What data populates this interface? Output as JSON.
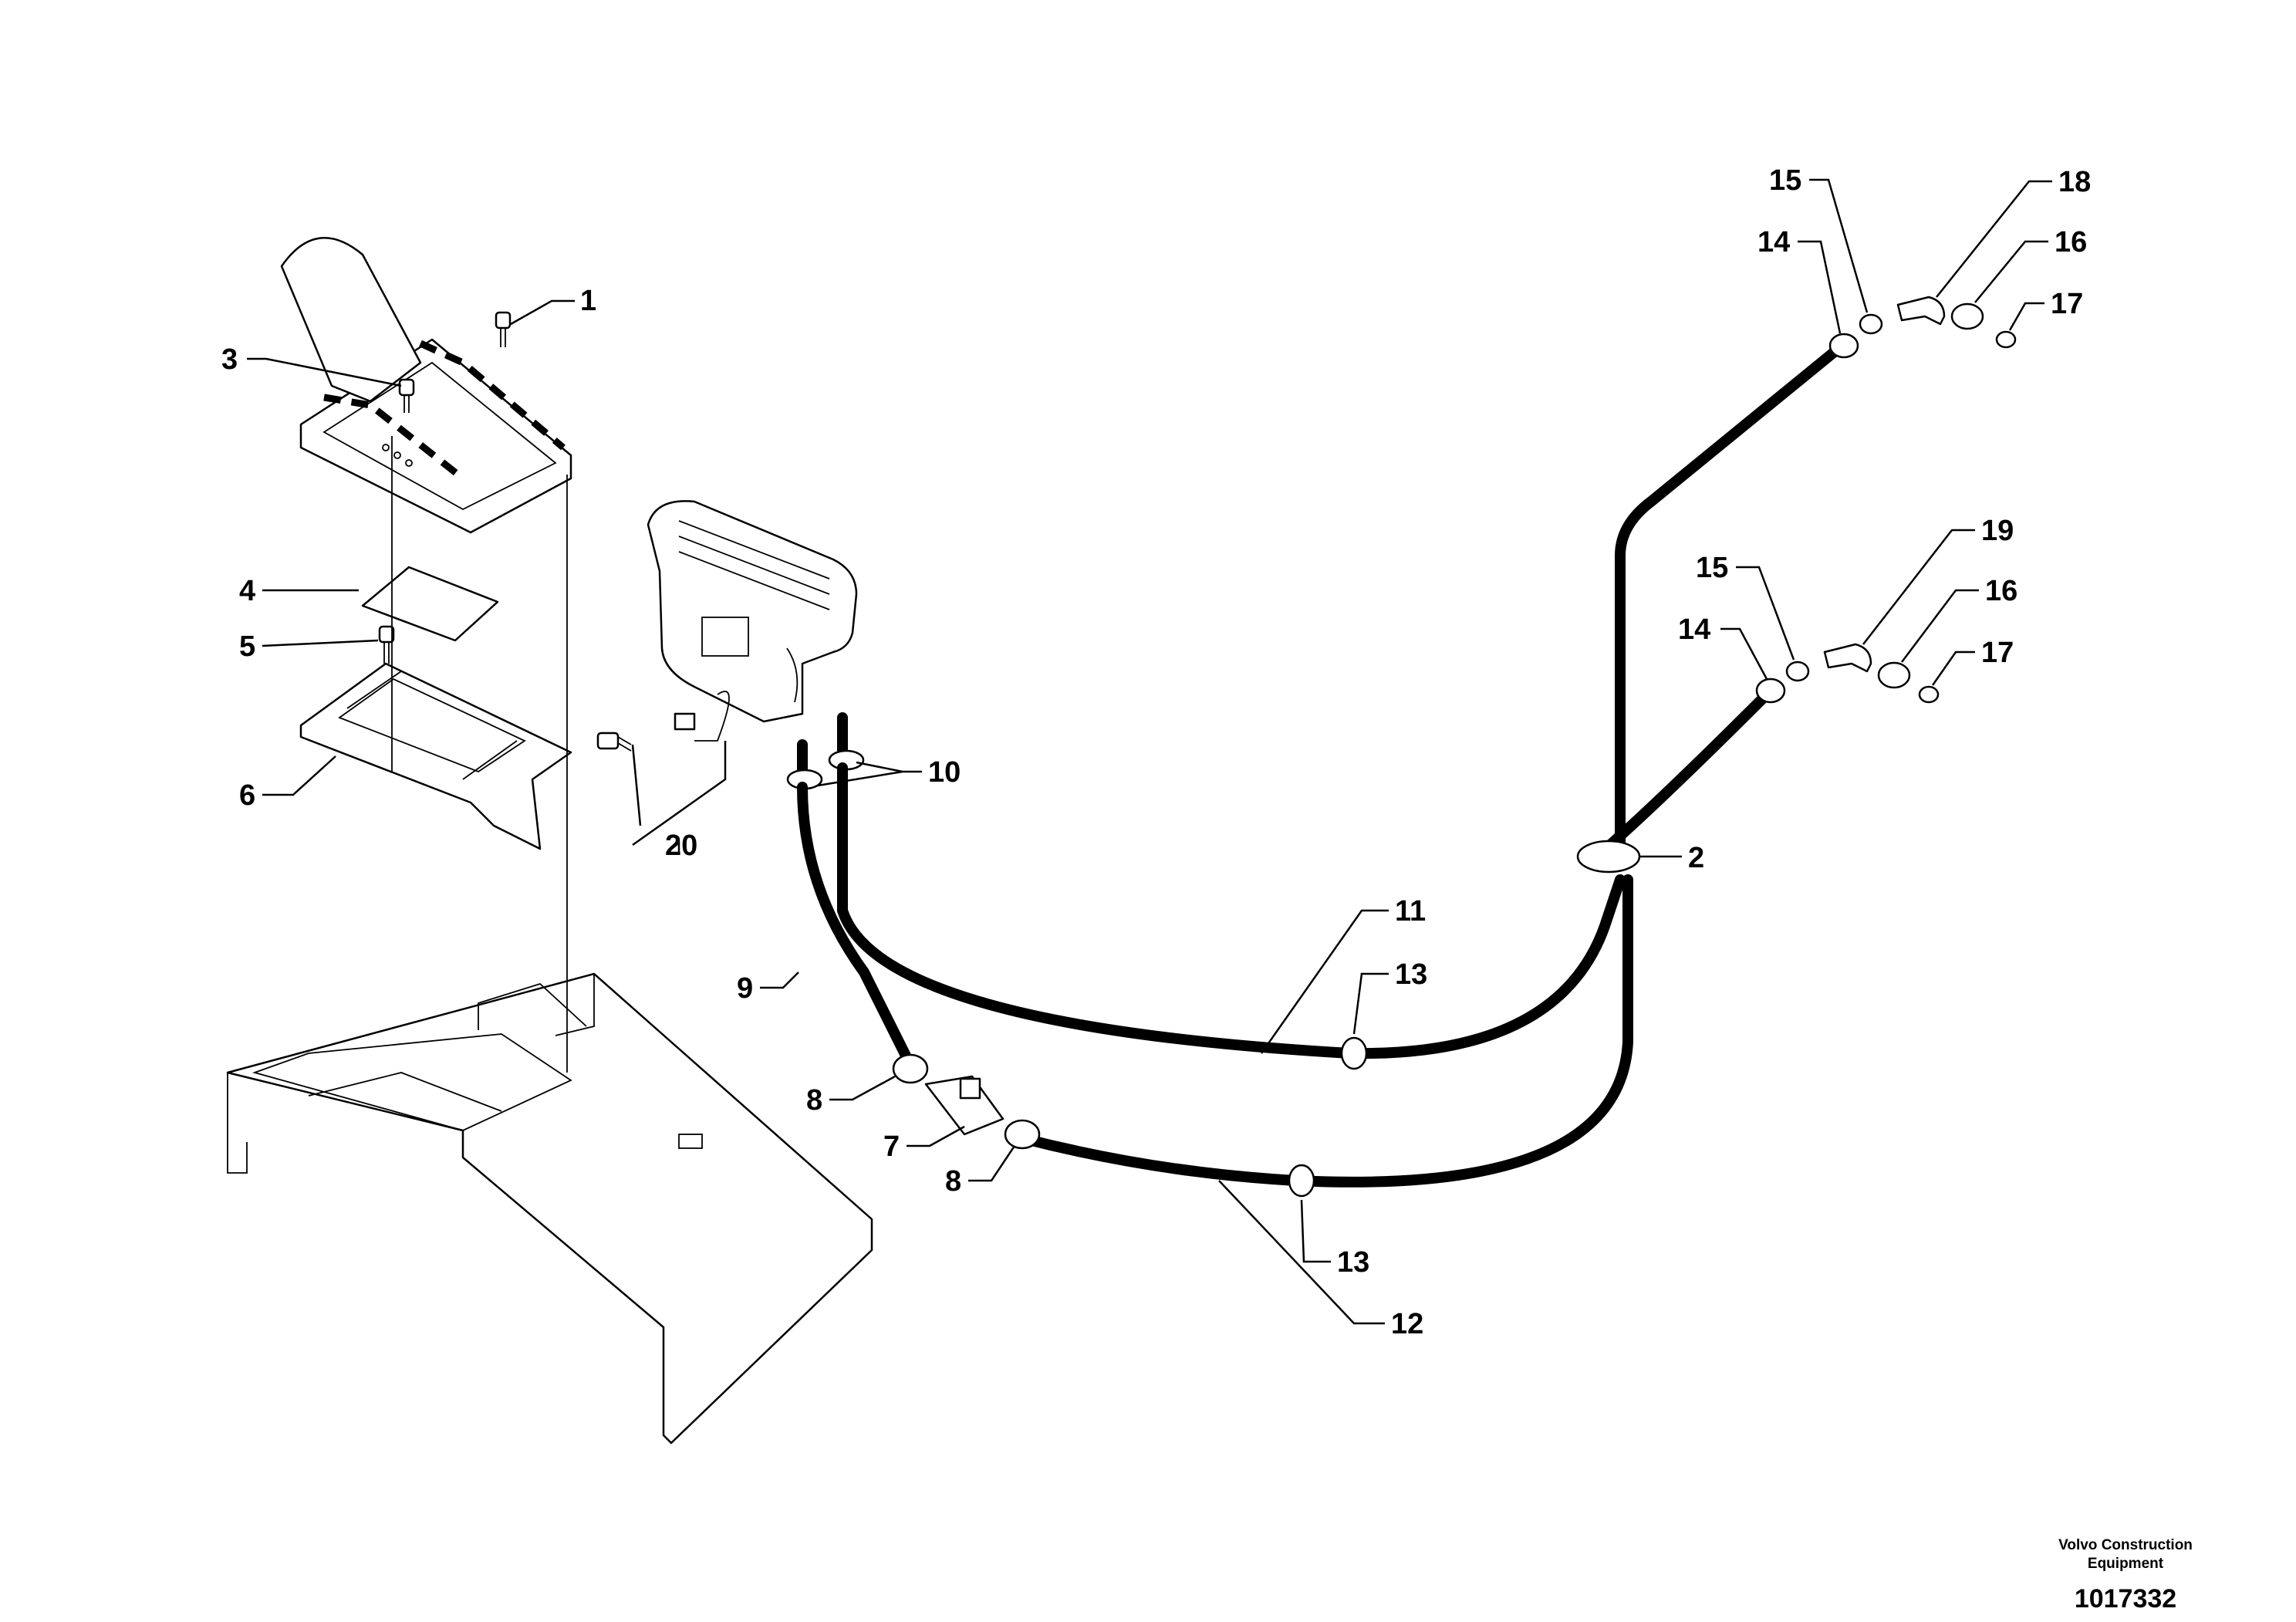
{
  "diagram": {
    "callouts": {
      "c1": "1",
      "c2": "2",
      "c3": "3",
      "c4": "4",
      "c5": "5",
      "c6": "6",
      "c7": "7",
      "c8a": "8",
      "c8b": "8",
      "c9": "9",
      "c10": "10",
      "c11": "11",
      "c12": "12",
      "c13a": "13",
      "c13b": "13",
      "c14a": "14",
      "c14b": "14",
      "c15a": "15",
      "c15b": "15",
      "c16a": "16",
      "c16b": "16",
      "c17a": "17",
      "c17b": "17",
      "c18": "18",
      "c19": "19",
      "c20": "20"
    }
  },
  "footer": {
    "company_line1": "Volvo Construction",
    "company_line2": "Equipment",
    "document_number": "1017332"
  }
}
